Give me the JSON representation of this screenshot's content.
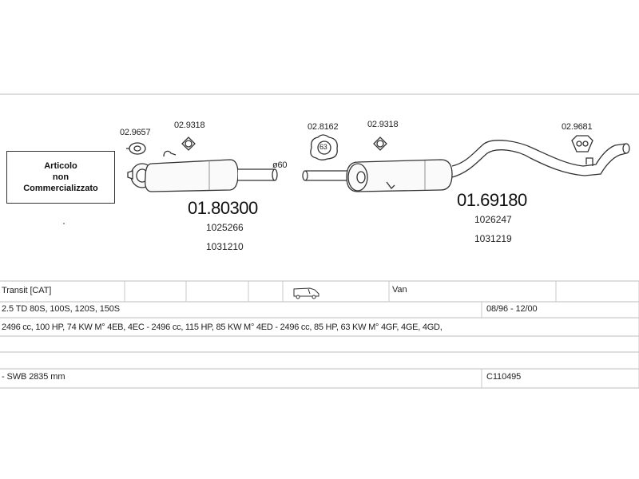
{
  "notice_box": {
    "line1": "Articolo",
    "line2": "non",
    "line3": "Commercializzato"
  },
  "fittings": {
    "clamp_a": "02.9657",
    "gasket_a": "02.9318",
    "flange_ring": "02.8162",
    "gasket_b": "02.9318",
    "hanger": "02.9681"
  },
  "pipe_diameter": "ø60",
  "flange_marker": "63",
  "parts": [
    {
      "code": "01.80300",
      "ref1": "1025266",
      "ref2": "1031210"
    },
    {
      "code": "01.69180",
      "ref1": "1026247",
      "ref2": "1031219"
    }
  ],
  "table": {
    "model": "Transit   [CAT]",
    "vehicle_icon": "van-icon",
    "body_type": "Van",
    "engine_variants": "2.5 TD 80S, 100S, 120S, 150S",
    "years": "08/96 - 12/00",
    "engine_details": "2496 cc, 100 HP, 74 KW M° 4EB, 4EC - 2496 cc, 115 HP, 85 KW M° 4ED - 2496 cc, 85 HP, 63 KW M° 4GF, 4GE, 4GD,",
    "wheelbase": "- SWB 2835 mm",
    "catalog_code": "C110495"
  }
}
